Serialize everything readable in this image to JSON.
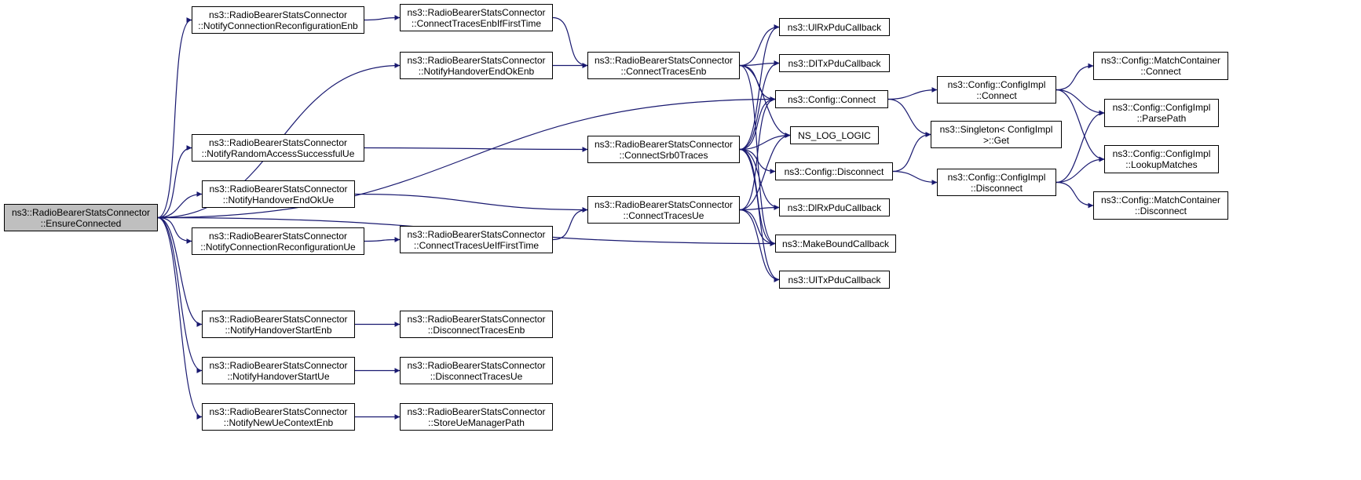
{
  "diagram": {
    "root": "ensure-connected",
    "nodes": [
      {
        "id": "ensure-connected",
        "lines": [
          "ns3::RadioBearerStatsConnector",
          "::EnsureConnected"
        ]
      },
      {
        "id": "notify-conn-reconf-enb",
        "lines": [
          "ns3::RadioBearerStatsConnector",
          "::NotifyConnectionReconfigurationEnb"
        ]
      },
      {
        "id": "notify-ho-end-ok-enb",
        "lines": [
          "ns3::RadioBearerStatsConnector",
          "::NotifyHandoverEndOkEnb"
        ]
      },
      {
        "id": "notify-ra-success-ue",
        "lines": [
          "ns3::RadioBearerStatsConnector",
          "::NotifyRandomAccessSuccessfulUe"
        ]
      },
      {
        "id": "notify-ho-end-ok-ue",
        "lines": [
          "ns3::RadioBearerStatsConnector",
          "::NotifyHandoverEndOkUe"
        ]
      },
      {
        "id": "notify-conn-reconf-ue",
        "lines": [
          "ns3::RadioBearerStatsConnector",
          "::NotifyConnectionReconfigurationUe"
        ]
      },
      {
        "id": "notify-ho-start-enb",
        "lines": [
          "ns3::RadioBearerStatsConnector",
          "::NotifyHandoverStartEnb"
        ]
      },
      {
        "id": "notify-ho-start-ue",
        "lines": [
          "ns3::RadioBearerStatsConnector",
          "::NotifyHandoverStartUe"
        ]
      },
      {
        "id": "notify-new-ue-context-enb",
        "lines": [
          "ns3::RadioBearerStatsConnector",
          "::NotifyNewUeContextEnb"
        ]
      },
      {
        "id": "connect-traces-enb-if-first",
        "lines": [
          "ns3::RadioBearerStatsConnector",
          "::ConnectTracesEnbIfFirstTime"
        ]
      },
      {
        "id": "connect-traces-ue-if-first",
        "lines": [
          "ns3::RadioBearerStatsConnector",
          "::ConnectTracesUeIfFirstTime"
        ]
      },
      {
        "id": "disconnect-traces-enb",
        "lines": [
          "ns3::RadioBearerStatsConnector",
          "::DisconnectTracesEnb"
        ]
      },
      {
        "id": "disconnect-traces-ue",
        "lines": [
          "ns3::RadioBearerStatsConnector",
          "::DisconnectTracesUe"
        ]
      },
      {
        "id": "store-ue-manager-path",
        "lines": [
          "ns3::RadioBearerStatsConnector",
          "::StoreUeManagerPath"
        ]
      },
      {
        "id": "connect-traces-enb",
        "lines": [
          "ns3::RadioBearerStatsConnector",
          "::ConnectTracesEnb"
        ]
      },
      {
        "id": "connect-srb0-traces",
        "lines": [
          "ns3::RadioBearerStatsConnector",
          "::ConnectSrb0Traces"
        ]
      },
      {
        "id": "connect-traces-ue",
        "lines": [
          "ns3::RadioBearerStatsConnector",
          "::ConnectTracesUe"
        ]
      },
      {
        "id": "ul-rx-pdu-callback",
        "lines": [
          "ns3::UlRxPduCallback"
        ]
      },
      {
        "id": "dl-tx-pdu-callback",
        "lines": [
          "ns3::DlTxPduCallback"
        ]
      },
      {
        "id": "config-connect",
        "lines": [
          "ns3::Config::Connect"
        ]
      },
      {
        "id": "ns-log-logic",
        "lines": [
          "NS_LOG_LOGIC"
        ]
      },
      {
        "id": "config-disconnect",
        "lines": [
          "ns3::Config::Disconnect"
        ]
      },
      {
        "id": "dl-rx-pdu-callback",
        "lines": [
          "ns3::DlRxPduCallback"
        ]
      },
      {
        "id": "make-bound-callback",
        "lines": [
          "ns3::MakeBoundCallback"
        ]
      },
      {
        "id": "ul-tx-pdu-callback",
        "lines": [
          "ns3::UlTxPduCallback"
        ]
      },
      {
        "id": "configimpl-connect",
        "lines": [
          "ns3::Config::ConfigImpl",
          "::Connect"
        ]
      },
      {
        "id": "singleton-get",
        "lines": [
          "ns3::Singleton< ConfigImpl",
          " >::Get"
        ]
      },
      {
        "id": "configimpl-disconnect",
        "lines": [
          "ns3::Config::ConfigImpl",
          "::Disconnect"
        ]
      },
      {
        "id": "matchcontainer-connect",
        "lines": [
          "ns3::Config::MatchContainer",
          "::Connect"
        ]
      },
      {
        "id": "configimpl-parsepath",
        "lines": [
          "ns3::Config::ConfigImpl",
          "::ParsePath"
        ]
      },
      {
        "id": "configimpl-lookupmatches",
        "lines": [
          "ns3::Config::ConfigImpl",
          "::LookupMatches"
        ]
      },
      {
        "id": "matchcontainer-disconnect",
        "lines": [
          "ns3::Config::MatchContainer",
          "::Disconnect"
        ]
      }
    ],
    "edges": [
      [
        "ensure-connected",
        "notify-conn-reconf-enb"
      ],
      [
        "ensure-connected",
        "notify-ho-end-ok-enb"
      ],
      [
        "ensure-connected",
        "config-connect"
      ],
      [
        "ensure-connected",
        "notify-ra-success-ue"
      ],
      [
        "ensure-connected",
        "notify-ho-end-ok-ue"
      ],
      [
        "ensure-connected",
        "notify-conn-reconf-ue"
      ],
      [
        "ensure-connected",
        "make-bound-callback"
      ],
      [
        "ensure-connected",
        "notify-ho-start-enb"
      ],
      [
        "ensure-connected",
        "notify-ho-start-ue"
      ],
      [
        "ensure-connected",
        "notify-new-ue-context-enb"
      ],
      [
        "notify-conn-reconf-enb",
        "connect-traces-enb-if-first"
      ],
      [
        "connect-traces-enb-if-first",
        "connect-traces-enb"
      ],
      [
        "notify-ho-end-ok-enb",
        "connect-traces-enb"
      ],
      [
        "notify-ra-success-ue",
        "connect-srb0-traces"
      ],
      [
        "notify-ho-end-ok-ue",
        "connect-traces-ue"
      ],
      [
        "notify-conn-reconf-ue",
        "connect-traces-ue-if-first"
      ],
      [
        "connect-traces-ue-if-first",
        "connect-traces-ue"
      ],
      [
        "notify-ho-start-enb",
        "disconnect-traces-enb"
      ],
      [
        "notify-ho-start-ue",
        "disconnect-traces-ue"
      ],
      [
        "notify-new-ue-context-enb",
        "store-ue-manager-path"
      ],
      [
        "connect-traces-enb",
        "ul-rx-pdu-callback"
      ],
      [
        "connect-traces-enb",
        "dl-tx-pdu-callback"
      ],
      [
        "connect-traces-enb",
        "config-connect"
      ],
      [
        "connect-traces-enb",
        "ns-log-logic"
      ],
      [
        "connect-traces-enb",
        "make-bound-callback"
      ],
      [
        "connect-srb0-traces",
        "ul-rx-pdu-callback"
      ],
      [
        "connect-srb0-traces",
        "dl-tx-pdu-callback"
      ],
      [
        "connect-srb0-traces",
        "config-connect"
      ],
      [
        "connect-srb0-traces",
        "ns-log-logic"
      ],
      [
        "connect-srb0-traces",
        "config-disconnect"
      ],
      [
        "connect-srb0-traces",
        "dl-rx-pdu-callback"
      ],
      [
        "connect-srb0-traces",
        "make-bound-callback"
      ],
      [
        "connect-srb0-traces",
        "ul-tx-pdu-callback"
      ],
      [
        "connect-traces-ue",
        "config-connect"
      ],
      [
        "connect-traces-ue",
        "ns-log-logic"
      ],
      [
        "connect-traces-ue",
        "dl-rx-pdu-callback"
      ],
      [
        "connect-traces-ue",
        "make-bound-callback"
      ],
      [
        "connect-traces-ue",
        "ul-tx-pdu-callback"
      ],
      [
        "config-connect",
        "configimpl-connect"
      ],
      [
        "config-connect",
        "singleton-get"
      ],
      [
        "config-disconnect",
        "singleton-get"
      ],
      [
        "config-disconnect",
        "configimpl-disconnect"
      ],
      [
        "configimpl-connect",
        "matchcontainer-connect"
      ],
      [
        "configimpl-connect",
        "configimpl-parsepath"
      ],
      [
        "configimpl-connect",
        "configimpl-lookupmatches"
      ],
      [
        "configimpl-disconnect",
        "configimpl-parsepath"
      ],
      [
        "configimpl-disconnect",
        "configimpl-lookupmatches"
      ],
      [
        "configimpl-disconnect",
        "matchcontainer-disconnect"
      ]
    ]
  },
  "colors": {
    "edge": "#191970",
    "node_border": "#000000",
    "node_fill": "#ffffff",
    "root_fill": "#bfbfbf"
  }
}
